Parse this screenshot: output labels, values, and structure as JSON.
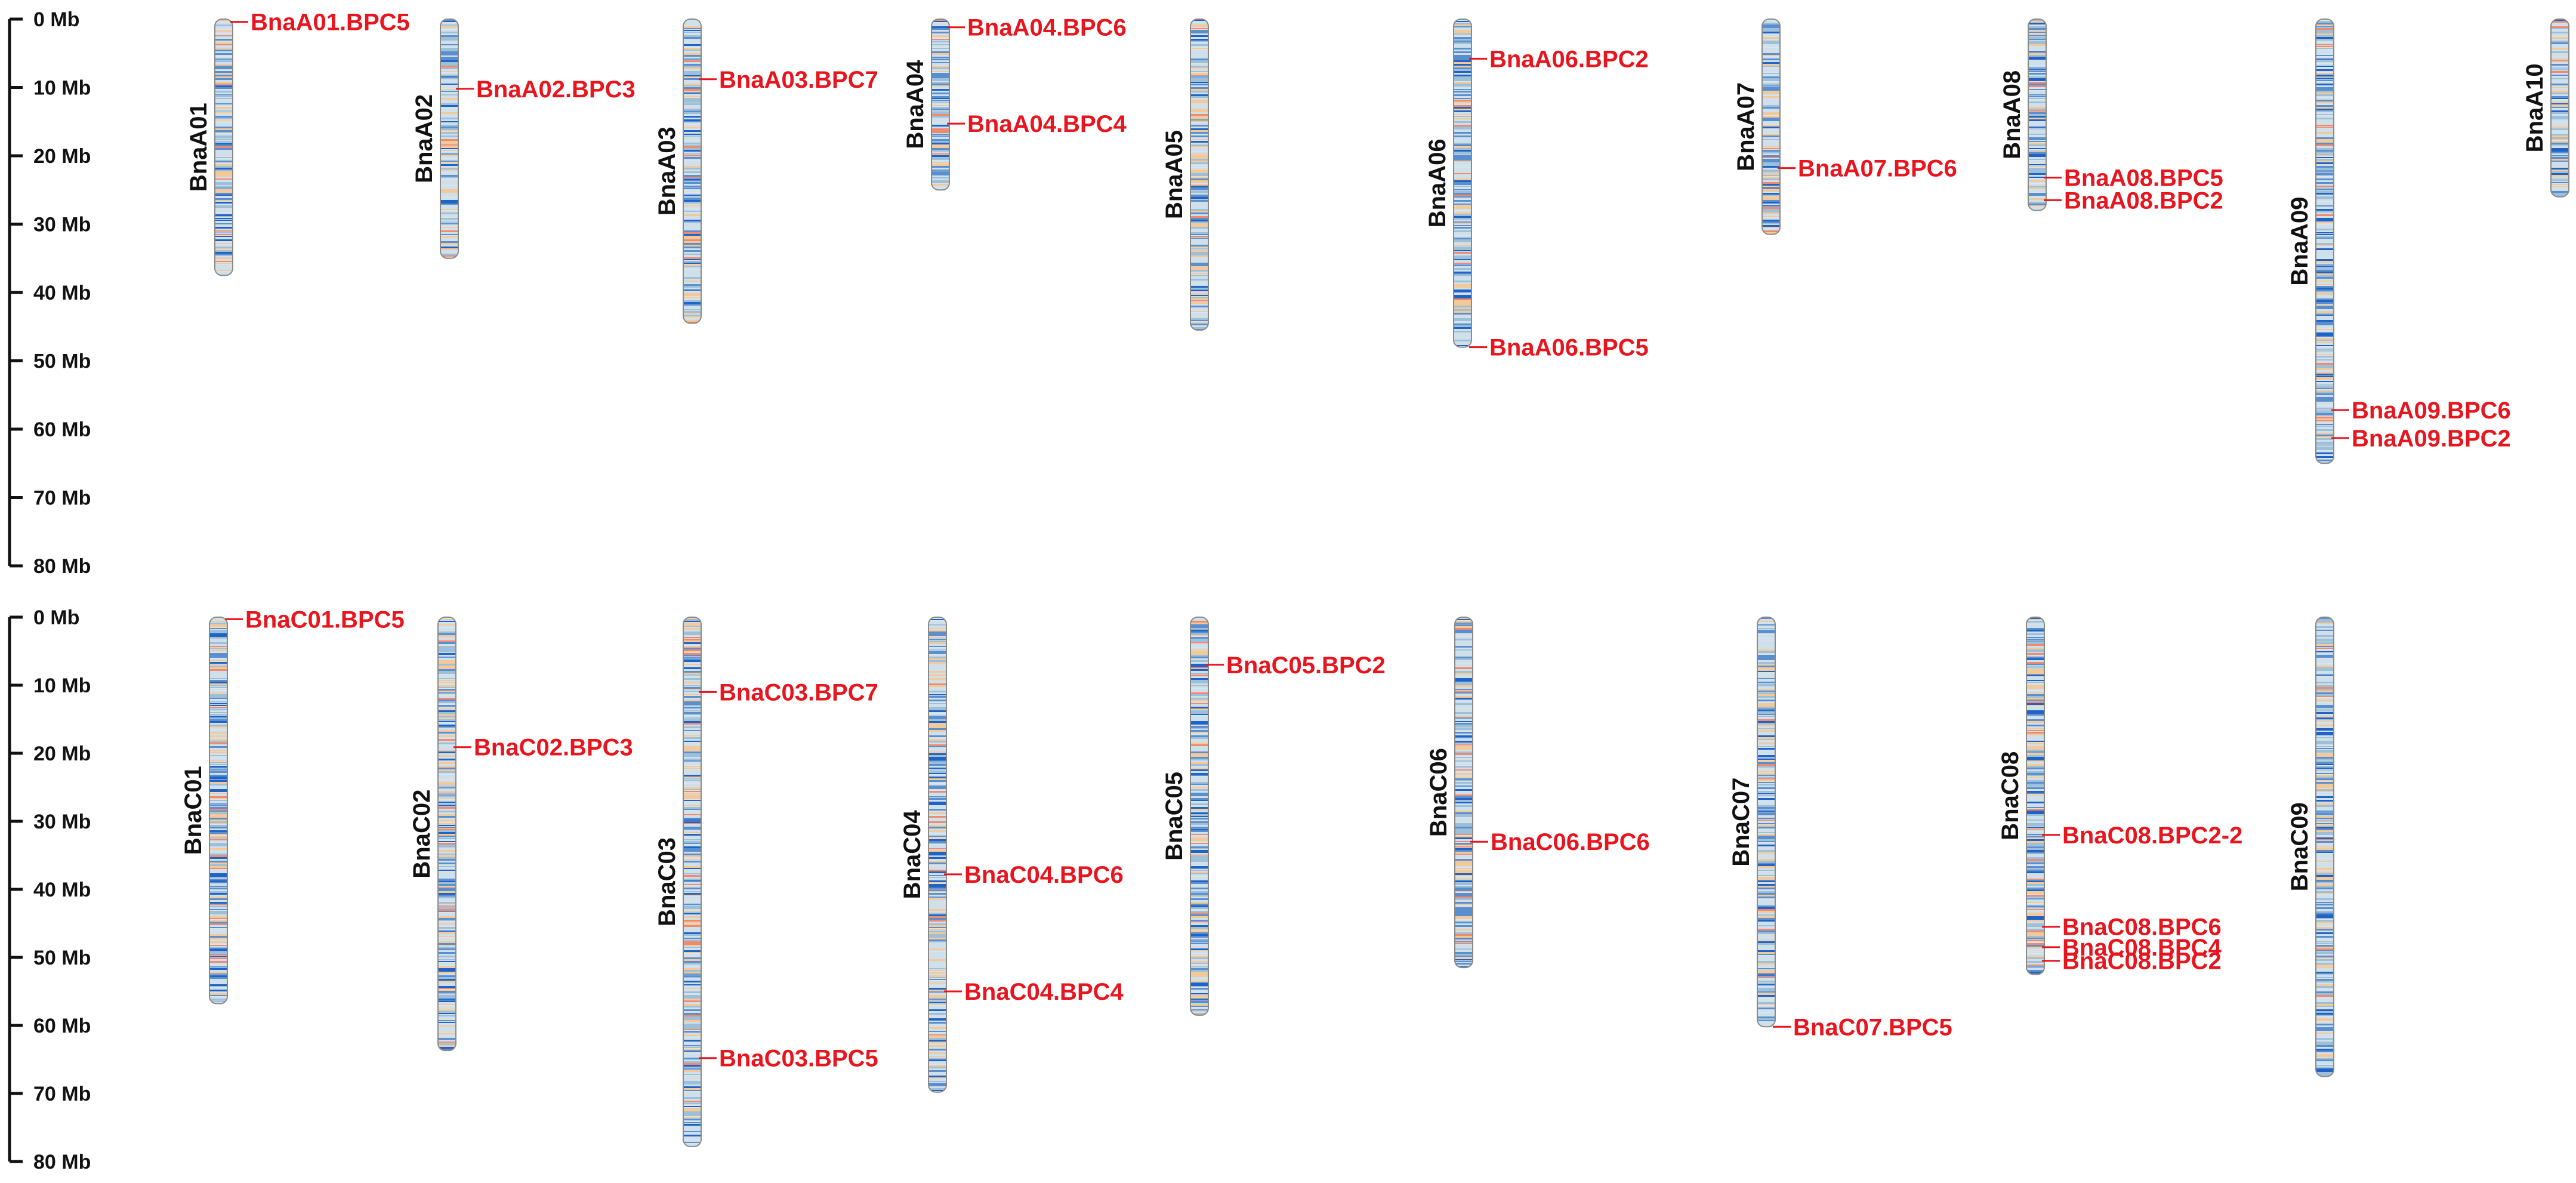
{
  "colors": {
    "gene": "#e8141e",
    "axis": "#111111",
    "chrom_outline": "#8a8a8a",
    "density_low": "#f3c99a",
    "density_mid": "#cfe0ea",
    "density_high": "#1f63c6",
    "density_hot": "#f08a6e"
  },
  "chart_data": {
    "type": "chromosome-map",
    "panels": [
      {
        "id": "A",
        "axis": {
          "ticks": [
            {
              "value": 0,
              "label": "0 Mb"
            },
            {
              "value": 10,
              "label": "10 Mb"
            },
            {
              "value": 20,
              "label": "20 Mb"
            },
            {
              "value": 30,
              "label": "30 Mb"
            },
            {
              "value": 40,
              "label": "40 Mb"
            },
            {
              "value": 50,
              "label": "50 Mb"
            },
            {
              "value": 60,
              "label": "60 Mb"
            },
            {
              "value": 70,
              "label": "70 Mb"
            },
            {
              "value": 80,
              "label": "80 Mb"
            }
          ],
          "max_mb": 80
        },
        "chromosomes": [
          {
            "name": "BnaA01",
            "length_mb": 37.5,
            "genes": [
              {
                "name": "BnaA01.BPC5",
                "pos_mb": 0.4
              }
            ]
          },
          {
            "name": "BnaA02",
            "length_mb": 35.0,
            "genes": [
              {
                "name": "BnaA02.BPC3",
                "pos_mb": 10.2
              }
            ]
          },
          {
            "name": "BnaA03",
            "length_mb": 44.5,
            "genes": [
              {
                "name": "BnaA03.BPC7",
                "pos_mb": 8.8
              }
            ]
          },
          {
            "name": "BnaA04",
            "length_mb": 25.0,
            "genes": [
              {
                "name": "BnaA04.BPC6",
                "pos_mb": 1.2
              },
              {
                "name": "BnaA04.BPC4",
                "pos_mb": 15.3
              }
            ]
          },
          {
            "name": "BnaA05",
            "length_mb": 45.5,
            "genes": []
          },
          {
            "name": "BnaA06",
            "length_mb": 48.0,
            "genes": [
              {
                "name": "BnaA06.BPC2",
                "pos_mb": 5.8
              },
              {
                "name": "BnaA06.BPC5",
                "pos_mb": 48.0
              }
            ]
          },
          {
            "name": "BnaA07",
            "length_mb": 31.5,
            "genes": [
              {
                "name": "BnaA07.BPC6",
                "pos_mb": 21.8
              }
            ]
          },
          {
            "name": "BnaA08",
            "length_mb": 28.0,
            "genes": [
              {
                "name": "BnaA08.BPC5",
                "pos_mb": 23.2
              },
              {
                "name": "BnaA08.BPC2",
                "pos_mb": 26.5
              }
            ]
          },
          {
            "name": "BnaA09",
            "length_mb": 65.0,
            "genes": [
              {
                "name": "BnaA09.BPC6",
                "pos_mb": 57.2
              },
              {
                "name": "BnaA09.BPC2",
                "pos_mb": 61.3
              }
            ]
          },
          {
            "name": "BnaA10",
            "length_mb": 26.0,
            "genes": []
          }
        ]
      },
      {
        "id": "C",
        "axis": {
          "ticks": [
            {
              "value": 0,
              "label": "0 Mb"
            },
            {
              "value": 10,
              "label": "10 Mb"
            },
            {
              "value": 20,
              "label": "20 Mb"
            },
            {
              "value": 30,
              "label": "30 Mb"
            },
            {
              "value": 40,
              "label": "40 Mb"
            },
            {
              "value": 50,
              "label": "50 Mb"
            },
            {
              "value": 60,
              "label": "60 Mb"
            },
            {
              "value": 70,
              "label": "70 Mb"
            },
            {
              "value": 80,
              "label": "80 Mb"
            }
          ],
          "max_mb": 80
        },
        "chromosomes": [
          {
            "name": "BnaC01",
            "length_mb": 56.8,
            "genes": [
              {
                "name": "BnaC01.BPC5",
                "pos_mb": 0.3
              }
            ]
          },
          {
            "name": "BnaC02",
            "length_mb": 63.7,
            "genes": [
              {
                "name": "BnaC02.BPC3",
                "pos_mb": 19.1
              }
            ]
          },
          {
            "name": "BnaC03",
            "length_mb": 77.8,
            "genes": [
              {
                "name": "BnaC03.BPC7",
                "pos_mb": 11.0
              },
              {
                "name": "BnaC03.BPC5",
                "pos_mb": 64.8
              }
            ]
          },
          {
            "name": "BnaC04",
            "length_mb": 69.8,
            "genes": [
              {
                "name": "BnaC04.BPC6",
                "pos_mb": 37.8
              },
              {
                "name": "BnaC04.BPC4",
                "pos_mb": 55.0
              }
            ]
          },
          {
            "name": "BnaC05",
            "length_mb": 58.5,
            "genes": [
              {
                "name": "BnaC05.BPC2",
                "pos_mb": 7.0
              }
            ]
          },
          {
            "name": "BnaC06",
            "length_mb": 51.5,
            "genes": [
              {
                "name": "BnaC06.BPC6",
                "pos_mb": 33.0
              }
            ]
          },
          {
            "name": "BnaC07",
            "length_mb": 60.2,
            "genes": [
              {
                "name": "BnaC07.BPC5",
                "pos_mb": 60.2
              }
            ]
          },
          {
            "name": "BnaC08",
            "length_mb": 52.5,
            "genes": [
              {
                "name": "BnaC08.BPC2-2",
                "pos_mb": 32.0
              },
              {
                "name": "BnaC08.BPC6",
                "pos_mb": 45.5
              },
              {
                "name": "BnaC08.BPC4",
                "pos_mb": 48.5
              },
              {
                "name": "BnaC08.BPC2",
                "pos_mb": 50.5
              }
            ]
          },
          {
            "name": "BnaC09",
            "length_mb": 67.5,
            "genes": []
          }
        ]
      }
    ]
  }
}
